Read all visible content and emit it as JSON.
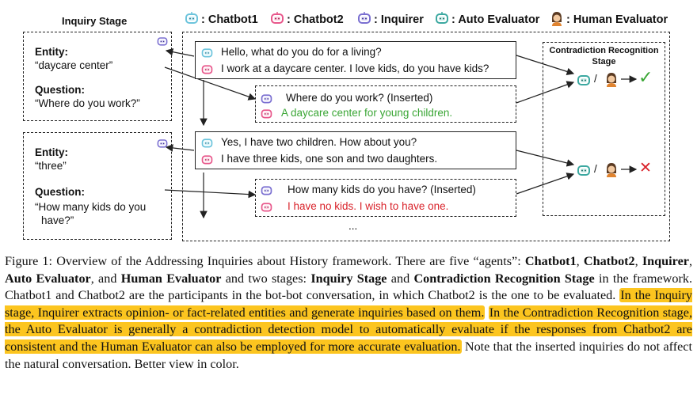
{
  "legend": {
    "chatbot1": ": Chatbot1",
    "chatbot2": ": Chatbot2",
    "inquirer": ": Inquirer",
    "auto_evaluator": ": Auto Evaluator",
    "human_evaluator": ": Human Evaluator"
  },
  "inquiry_stage": {
    "title": "Inquiry Stage",
    "entity_label": "Entity:",
    "question_label": "Question:",
    "blocks": [
      {
        "entity": "“daycare center”",
        "question": "“Where do you work?”"
      },
      {
        "entity": "“three”",
        "question_line1": "“How many kids do you",
        "question_line2": "have?”"
      }
    ]
  },
  "conversation": {
    "turn1": {
      "chatbot1": "Hello, what do you do for a living?",
      "chatbot2": "I work at a daycare center. I love kids, do you have kids?"
    },
    "inserted1": {
      "inquirer": "Where do you work? (Inserted)",
      "chatbot2": "A daycare center for young children."
    },
    "turn2": {
      "chatbot1": "Yes, I have two children. How about you?",
      "chatbot2": "I have three kids, one son and two daughters."
    },
    "inserted2": {
      "inquirer": "How many kids do you have? (Inserted)",
      "chatbot2": "I have no kids. I wish to have one."
    },
    "ellipsis": "..."
  },
  "contradiction_stage": {
    "title_line1": "Contradiction Recognition",
    "title_line2": "Stage",
    "slash": "/",
    "result_consistent": "✓",
    "result_contradiction": "✕"
  },
  "colors": {
    "chatbot1": "#6cc4dc",
    "chatbot2": "#e8578b",
    "inquirer": "#7a6fd1",
    "consistent": "#3aa635",
    "contradiction": "#d9232b",
    "highlight": "#fcc51f"
  },
  "caption": {
    "p1": "Figure 1: Overview of the Addressing Inquiries about History framework.  There are five “agents”: ",
    "chatbot1": "Chatbot1",
    "comma1": ", ",
    "chatbot2": "Chatbot2",
    "comma2": ", ",
    "inquirer": "Inquirer",
    "comma3": ", ",
    "auto_evaluator": "Auto Evaluator",
    "and1": ", and ",
    "human_evaluator": "Human Evaluator",
    "p2": " and two stages: ",
    "inquiry_stage": "Inquiry Stage",
    "and2": " and ",
    "contradiction_stage": "Contradiction Recognition Stage",
    "p3": " in the framework. Chatbot1 and Chatbot2 are the participants in the bot-bot conversation, in which Chatbot2 is the one to be evaluated. ",
    "hl1": "In the Inquiry stage, Inquirer extracts opinion- or fact-related entities and generate inquiries based on them.",
    "hl2": "In the Contradiction Recognition stage, the Auto Evaluator is generally a contradiction detection model to automatically evaluate if the responses from Chatbot2 are consistent and the Human Evaluator can also be employed for more accurate evaluation.",
    "p4": " Note that the inserted inquiries do not affect the natural conversation. Better view in color."
  }
}
